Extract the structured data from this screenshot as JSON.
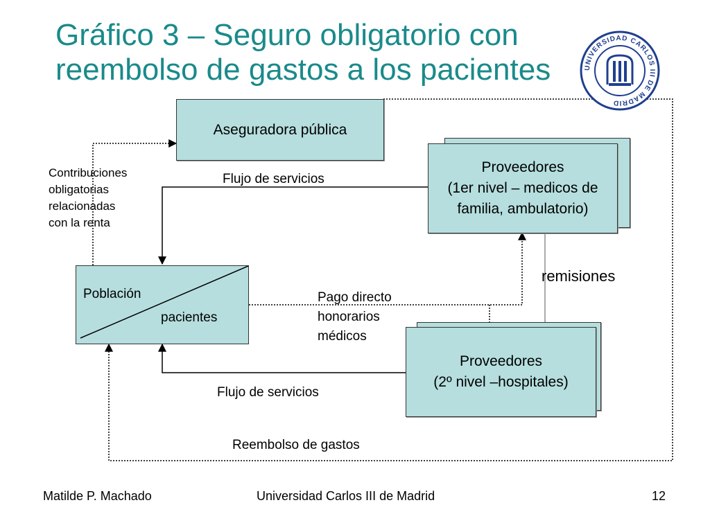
{
  "title": {
    "line1": "Gráfico 3 – Seguro obligatorio con",
    "line2": "reembolso de gastos a los pacientes"
  },
  "logo": {
    "icon": "uc3m-seal-icon",
    "ring_text": "UNIVERSIDAD CARLOS III DE MADRID"
  },
  "nodes": {
    "aseguradora": "Aseguradora pública",
    "prov1": {
      "line1": "Proveedores",
      "line2": "(1er nivel – medicos de",
      "line3": "familia, ambulatorio)"
    },
    "prov2": {
      "line1": "Proveedores",
      "line2": "(2º nivel –hospitales)"
    },
    "poblacion": {
      "top": "Población",
      "bottom": "pacientes"
    }
  },
  "labels": {
    "contrib": {
      "l1": "Contribuciones",
      "l2": "obligatorias",
      "l3": "relacionadas",
      "l4": "con la renta"
    },
    "flujo_top": "Flujo de servicios",
    "flujo_bottom": "Flujo de servicios",
    "pago": {
      "l1": "Pago directo",
      "l2": "honorarios",
      "l3": "médicos"
    },
    "remisiones": "remisiones",
    "reembolso": "Reembolso de gastos"
  },
  "footer": {
    "author": "Matilde P. Machado",
    "institution": "Universidad Carlos III de Madrid",
    "page": "12"
  },
  "colors": {
    "title": "#1a8a8a",
    "box_fill": "#b6dede",
    "seal_blue": "#1f3f8f"
  }
}
